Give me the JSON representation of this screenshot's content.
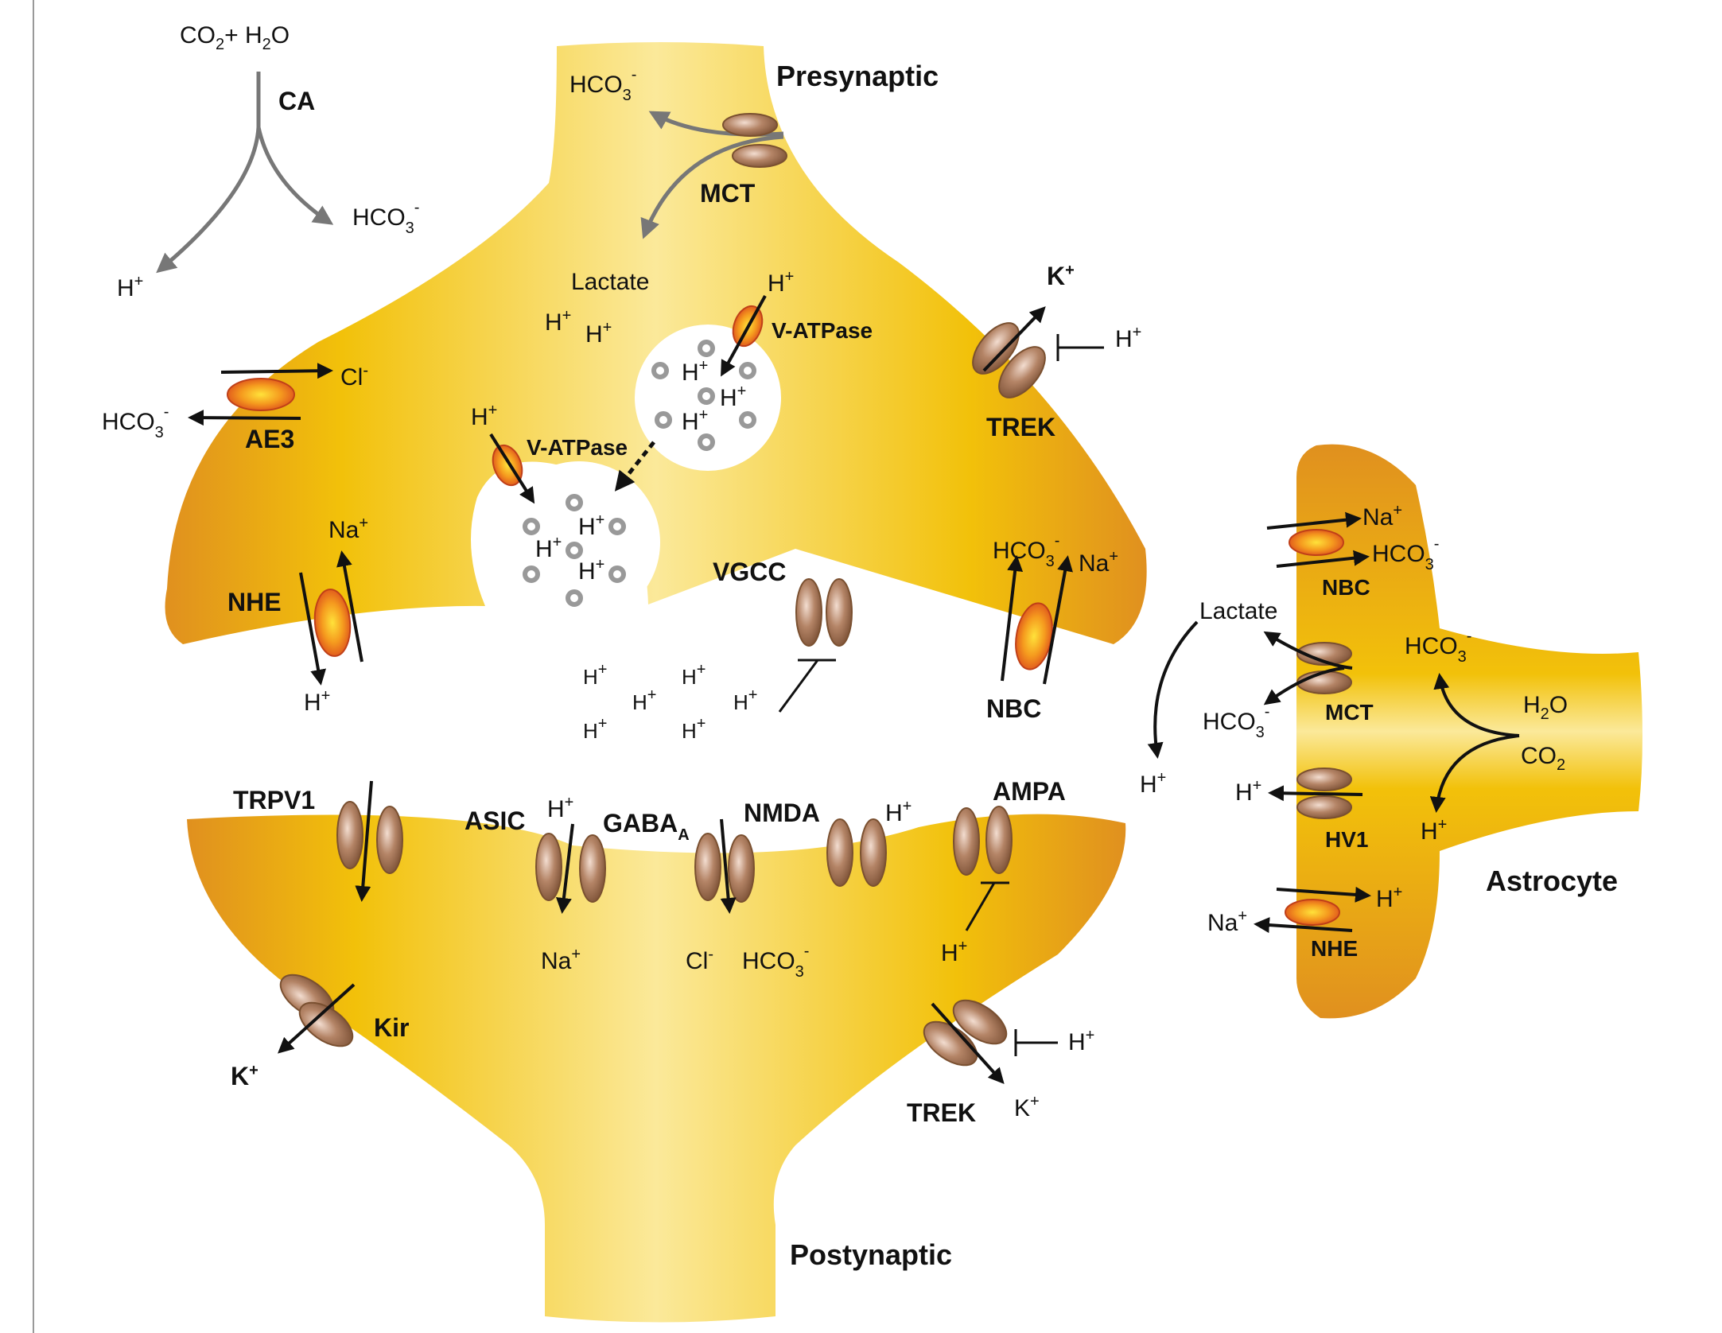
{
  "cells": {
    "presynaptic": "Presynaptic",
    "postynaptic": "Postynaptic",
    "astrocyte": "Astrocyte"
  },
  "chemistry": {
    "co2": "CO",
    "h2o_plus": "+ H",
    "sub2": "2",
    "sub3": "3",
    "o": "O",
    "ca": "CA",
    "hco": "HCO",
    "minus": "-",
    "h": "H",
    "plus": "+",
    "lactate": "Lactate",
    "cl": "Cl",
    "na": "Na",
    "k": "K"
  },
  "proteins": {
    "mct": "MCT",
    "v_atpase": "V-ATPase",
    "ae3": "AE3",
    "nhe": "NHE",
    "trek": "TREK",
    "nbc": "NBC",
    "vgcc": "VGCC",
    "trpv1": "TRPV1",
    "asic": "ASIC",
    "gaba": "GABA",
    "gaba_sub": "A",
    "nmda": "NMDA",
    "ampa": "AMPA",
    "kir": "Kir",
    "hv1": "HV1"
  },
  "colors": {
    "cell_edge": "#e0901f",
    "cell_mid": "#f2c10a",
    "cell_center": "#fbe99a",
    "channel": "#a8775a",
    "transporter": "#f08020",
    "arrow_gray": "#777777"
  }
}
